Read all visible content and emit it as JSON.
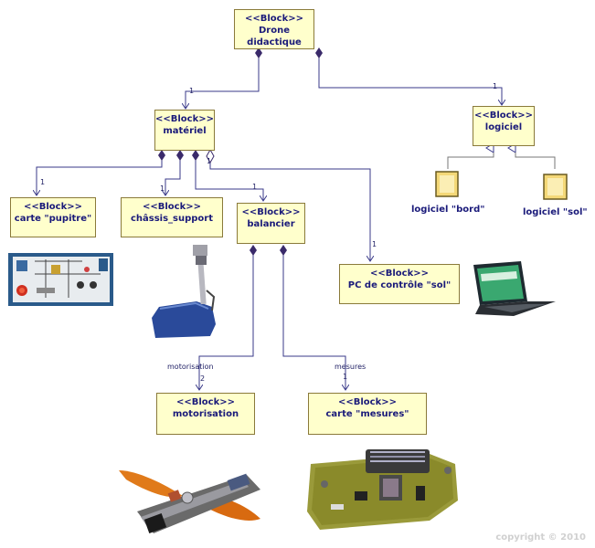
{
  "blocks": {
    "drone": {
      "stereotype": "<<Block>>",
      "name": "Drone didactique"
    },
    "materiel": {
      "stereotype": "<<Block>>",
      "name": "matériel"
    },
    "logiciel": {
      "stereotype": "<<Block>>",
      "name": "logiciel"
    },
    "pupitre": {
      "stereotype": "<<Block>>",
      "name": "carte \"pupitre\""
    },
    "chassis": {
      "stereotype": "<<Block>>",
      "name": "châssis_support"
    },
    "balancier": {
      "stereotype": "<<Block>>",
      "name": "balancier"
    },
    "pc": {
      "stereotype": "<<Block>>",
      "name": "PC de contrôle \"sol\""
    },
    "motorisation": {
      "stereotype": "<<Block>>",
      "name": "motorisation"
    },
    "mesures": {
      "stereotype": "<<Block>>",
      "name": "carte \"mesures\""
    }
  },
  "software_labels": {
    "bord": "logiciel \"bord\"",
    "sol": "logiciel \"sol\""
  },
  "multiplicities": {
    "drone_materiel": "1",
    "drone_logiciel": "1",
    "materiel_pupitre": "1",
    "materiel_chassis": "1",
    "materiel_balancier": "1",
    "materiel_pc": "1",
    "balancier_motorisation": "2",
    "balancier_mesures": "1",
    "materiel_upper": "1"
  },
  "roles": {
    "motorisation": "motorisation",
    "mesures": "mesures"
  },
  "copyright": "copyright © 2010",
  "colors": {
    "block_fill": "#ffffcc",
    "block_border": "#8a7a3a",
    "line": "#3a3a8a",
    "text": "#1a1a7a"
  }
}
